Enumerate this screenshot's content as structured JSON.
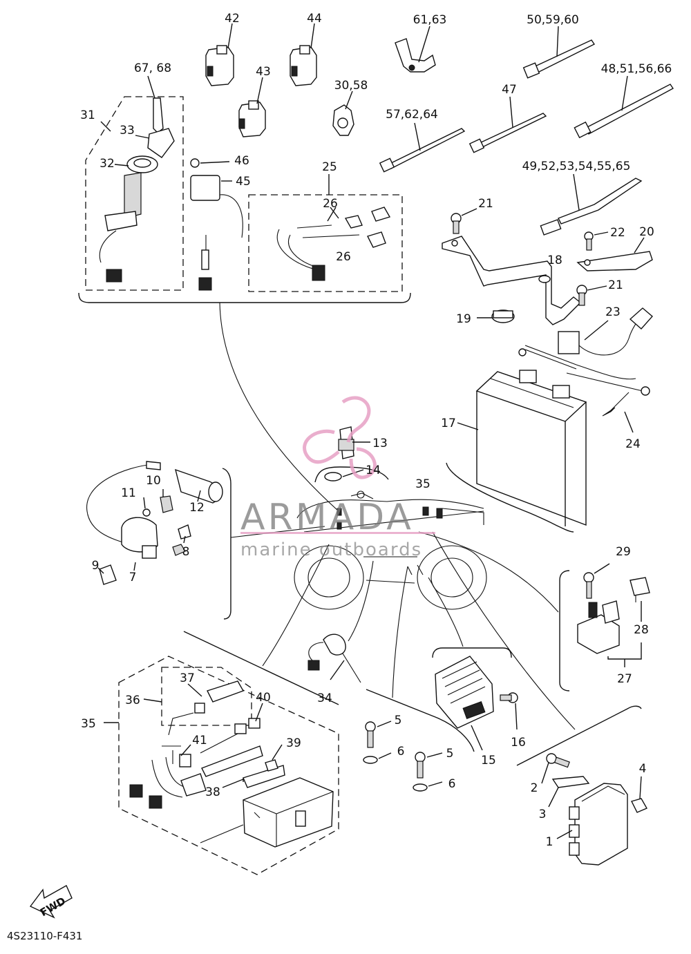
{
  "diagram": {
    "code": "4S23110-F431",
    "fwd_label": "FWD",
    "watermark": {
      "brand": "ARMADA",
      "tagline": "marine outboards",
      "accent_color": "#e6a0c4"
    },
    "callouts": {
      "c42": "42",
      "c44": "44",
      "c61_63": "61,63",
      "c50_59_60": "50,59,60",
      "c67_68": "67, 68",
      "c43": "43",
      "c30_58": "30,58",
      "c48_51_56_66": "48,51,56,66",
      "c31": "31",
      "c33": "33",
      "c47": "47",
      "c57_62_64": "57,62,64",
      "c32": "32",
      "c46": "46",
      "c45": "45",
      "c25": "25",
      "c26a": "26",
      "c26b": "26",
      "c49_65": "49,52,53,54,55,65",
      "c21a": "21",
      "c22": "22",
      "c20": "20",
      "c18": "18",
      "c21b": "21",
      "c19": "19",
      "c23": "23",
      "c17": "17",
      "c24": "24",
      "c13": "13",
      "c14": "14",
      "c35a": "35",
      "c10": "10",
      "c11": "11",
      "c12": "12",
      "c9": "9",
      "c8": "8",
      "c7": "7",
      "c29": "29",
      "c28": "28",
      "c27": "27",
      "c37": "37",
      "c36": "36",
      "c40": "40",
      "c35b": "35",
      "c34": "34",
      "c41": "41",
      "c39": "39",
      "c38": "38",
      "c5a": "5",
      "c6a": "6",
      "c5b": "5",
      "c6b": "6",
      "c15": "15",
      "c16": "16",
      "c4": "4",
      "c2": "2",
      "c3": "3",
      "c1": "1"
    }
  }
}
